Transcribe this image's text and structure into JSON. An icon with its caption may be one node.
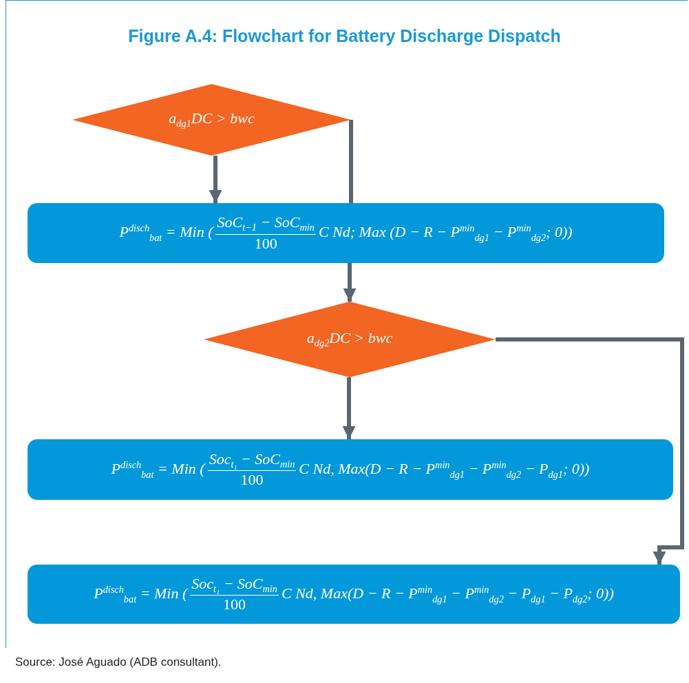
{
  "diagram": {
    "title": "Figure A.4: Flowchart for Battery Discharge Dispatch",
    "nodes": [
      {
        "text": [
          "a$_{dg1}$DC > bwc"
        ]
      },
      {
        "text": [
          "P$^{disch}$$_{bat}$ = Min (",
          "SoC$_{t−1}$ − SoC$_{min}$",
          "100",
          "C Nd; Max (D − R − P$^{min}$$_{dg1}$ − P$^{min}$$_{dg2}$; 0))"
        ]
      },
      {
        "text": [
          "a$_{dg2}$DC > bwc"
        ]
      },
      {
        "text": [
          "P$^{disch}$$_{bat}$ = Min (",
          "Soc$_{t₁}$ − SoC$_{min}$",
          "100",
          "C Nd, Max(D − R − P$^{min}$$_{dg1}$ − P$^{min}$$_{dg2}$ − P$_{dg1}$; 0))"
        ]
      },
      {
        "text": [
          "P$^{disch}$$_{bat}$ = Min (",
          "Soc$_{t₁}$ − SoC$_{min}$",
          "100",
          "C Nd, Max(D − R − P$^{min}$$_{dg1}$ − P$^{min}$$_{dg2}$ − P$_{dg1}$ − P$_{dg2}$; 0))"
        ]
      }
    ],
    "edges": [
      {
        "from": 0,
        "to": 1,
        "arrow": "to"
      },
      {
        "from": 0,
        "to": 1,
        "arrow": "none"
      },
      {
        "from": 1,
        "to": 2,
        "arrow": "to"
      },
      {
        "from": 2,
        "to": 3,
        "arrow": "to"
      },
      {
        "from": 2,
        "to": 4,
        "arrow": "to"
      }
    ],
    "labels": [
      "Source: José Aguado (ADB consultant)."
    ]
  }
}
